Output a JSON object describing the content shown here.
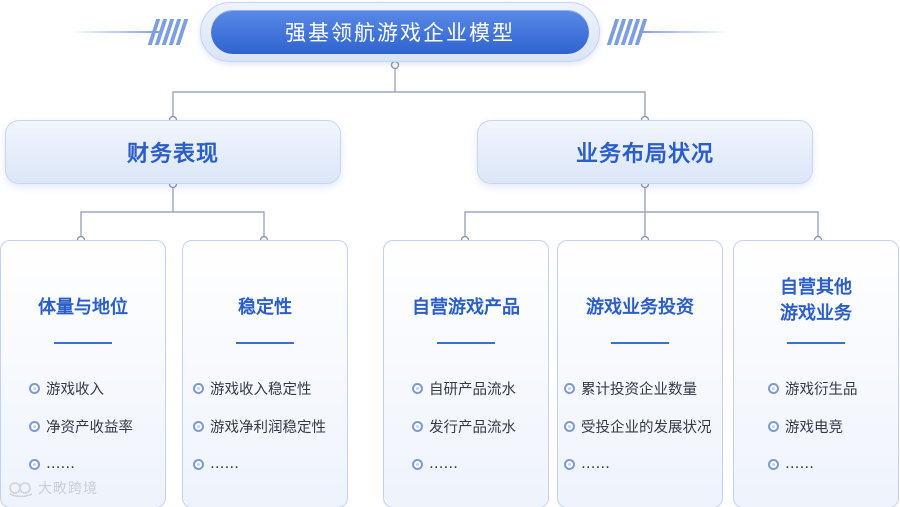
{
  "title": "强基领航游戏企业模型",
  "categories": [
    {
      "label": "财务表现",
      "cards": [
        {
          "title": "体量与地位",
          "items": [
            "游戏收入",
            "净资产收益率",
            "……"
          ]
        },
        {
          "title": "稳定性",
          "items": [
            "游戏收入稳定性",
            "游戏净利润稳定性",
            "……"
          ]
        }
      ]
    },
    {
      "label": "业务布局状况",
      "cards": [
        {
          "title": "自营游戏产品",
          "items": [
            "自研产品流水",
            "发行产品流水",
            "……"
          ]
        },
        {
          "title": "游戏业务投资",
          "items": [
            "累计投资企业数量",
            "受投企业的发展状况",
            "……"
          ]
        },
        {
          "title_line1": "自营其他",
          "title_line2": "游戏业务",
          "items": [
            "游戏衍生品",
            "游戏电竞",
            "……"
          ]
        }
      ]
    }
  ],
  "watermark": "大畋跨境",
  "colors": {
    "accent": "#2f63cf",
    "heading": "#2b5fc7",
    "connector": "#9aa7bd"
  }
}
